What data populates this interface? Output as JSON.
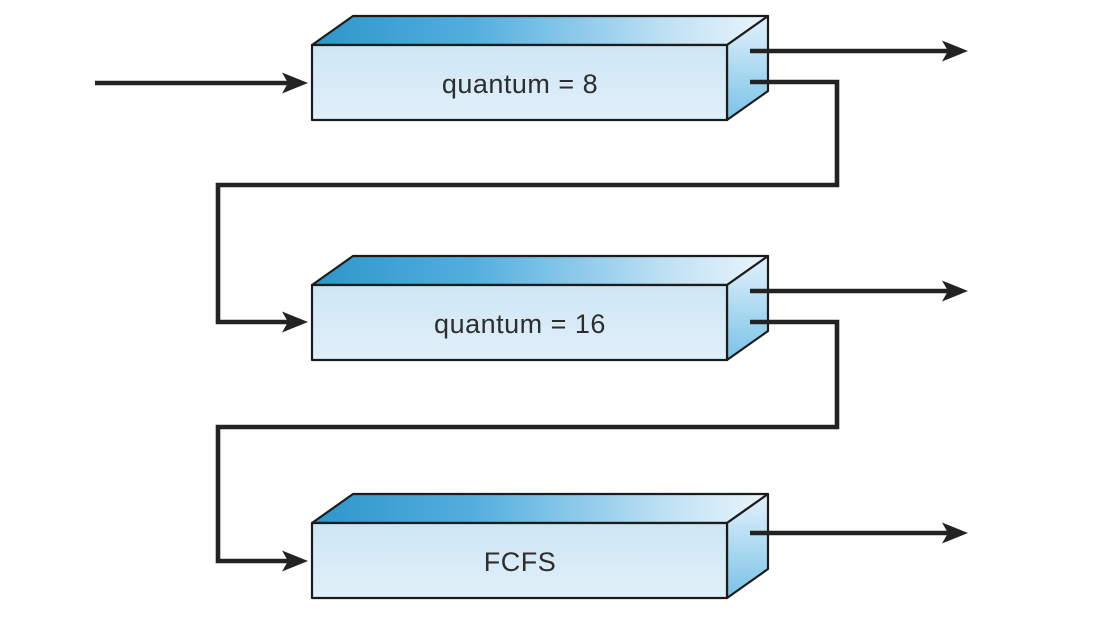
{
  "queues": [
    {
      "label": "quantum = 8"
    },
    {
      "label": "quantum = 16"
    },
    {
      "label": "FCFS"
    }
  ],
  "colors": {
    "background": "#ffffff",
    "outline": "#1c1c1c",
    "arrow": "#232323",
    "label": "#2e2e2e",
    "top_face_start": "#2e96ca",
    "top_face_mid": "#52aedd",
    "top_face_light": "#bfe1f4",
    "top_face_end": "#eaf5fc",
    "front_face_start": "#cde6f4",
    "front_face_end": "#e1f0fa",
    "side_face_start": "#d8edf9",
    "side_face_end": "#79c2e7"
  }
}
